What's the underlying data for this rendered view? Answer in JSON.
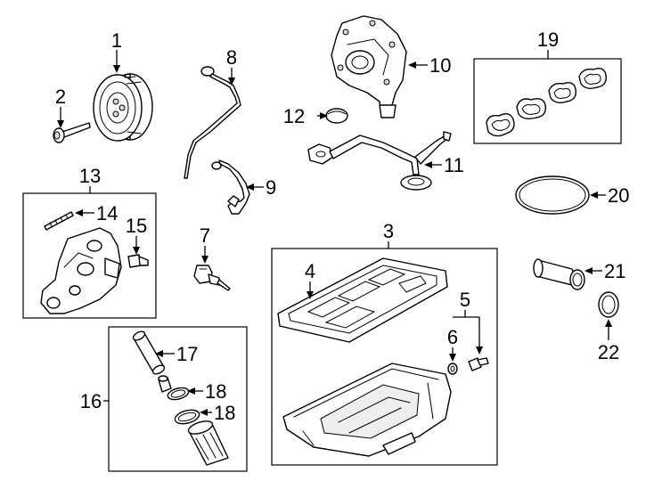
{
  "callouts": {
    "c1": "1",
    "c2": "2",
    "c3": "3",
    "c4": "4",
    "c5": "5",
    "c6": "6",
    "c7": "7",
    "c8": "8",
    "c9": "9",
    "c10": "10",
    "c11": "11",
    "c12": "12",
    "c13": "13",
    "c14": "14",
    "c15": "15",
    "c16": "16",
    "c17": "17",
    "c18a": "18",
    "c18b": "18",
    "c19": "19",
    "c20": "20",
    "c21": "21",
    "c22": "22"
  }
}
